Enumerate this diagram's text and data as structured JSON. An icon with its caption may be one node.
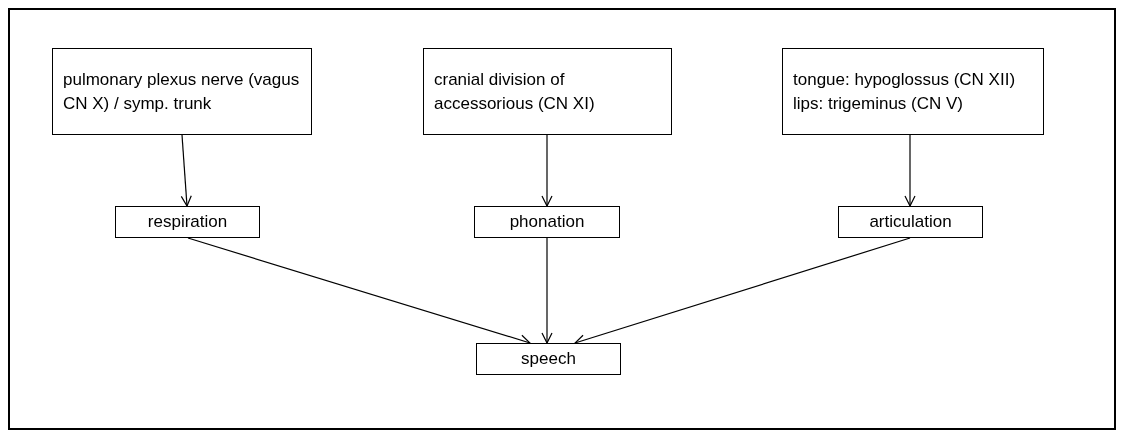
{
  "diagram": {
    "nodes": [
      {
        "text": [
          "pulmonary plexus nerve (vagus CN X) / symp. trunk"
        ]
      },
      {
        "text": [
          "cranial division of accessorious (CN XI)"
        ]
      },
      {
        "text": [
          "tongue: hypoglossus (CN XII)",
          "lips: trigeminus (CN V)"
        ]
      },
      {
        "text": [
          "respiration"
        ]
      },
      {
        "text": [
          "phonation"
        ]
      },
      {
        "text": [
          "articulation"
        ]
      },
      {
        "text": [
          "speech"
        ]
      }
    ],
    "edges": [
      {
        "from": 0,
        "to": 3,
        "arrow": "to"
      },
      {
        "from": 1,
        "to": 4,
        "arrow": "to"
      },
      {
        "from": 2,
        "to": 5,
        "arrow": "to"
      },
      {
        "from": 3,
        "to": 6,
        "arrow": "to"
      },
      {
        "from": 4,
        "to": 6,
        "arrow": "to"
      },
      {
        "from": 5,
        "to": 6,
        "arrow": "to"
      }
    ]
  }
}
